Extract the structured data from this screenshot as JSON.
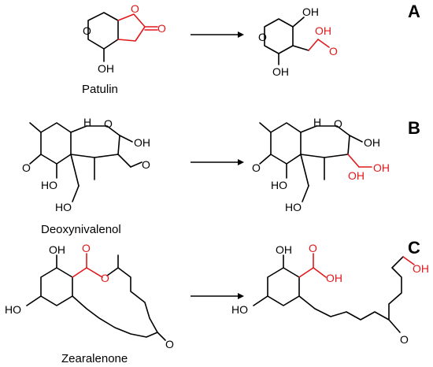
{
  "panels": [
    {
      "letter": "A",
      "compound": "Patulin",
      "reactant_labels": {
        "oh": "OH",
        "o_ring": "O",
        "o_lactone": "O",
        "o_carbonyl": "O"
      },
      "product_labels": {
        "oh_top": "OH",
        "oh_acid": "OH",
        "o_acid": "O",
        "oh_bottom": "OH",
        "o_ring": "O"
      }
    },
    {
      "letter": "B",
      "compound": "Deoxynivalenol",
      "reactant_labels": {
        "h": "H",
        "o_ring": "O",
        "oh": "OH",
        "o_keto": "O",
        "ho": "HO",
        "ho2": "HO",
        "o_epoxide": "O"
      },
      "product_labels": {
        "h": "H",
        "o_ring": "O",
        "oh": "OH",
        "o_keto": "O",
        "ho": "HO",
        "ho2": "HO",
        "oh_red1": "OH",
        "oh_red2": "OH"
      }
    },
    {
      "letter": "C",
      "compound": "Zearalenone",
      "reactant_labels": {
        "oh_top": "OH",
        "ho_left": "HO",
        "o_carbonyl": "O",
        "o_ester": "O",
        "o_keto": "O"
      },
      "product_labels": {
        "oh_top": "OH",
        "ho_left": "HO",
        "o_acid": "O",
        "oh_acid": "OH",
        "oh_chain": "OH",
        "o_keto": "O"
      }
    }
  ],
  "colors": {
    "modified": "#e0191b",
    "default": "#000000"
  }
}
